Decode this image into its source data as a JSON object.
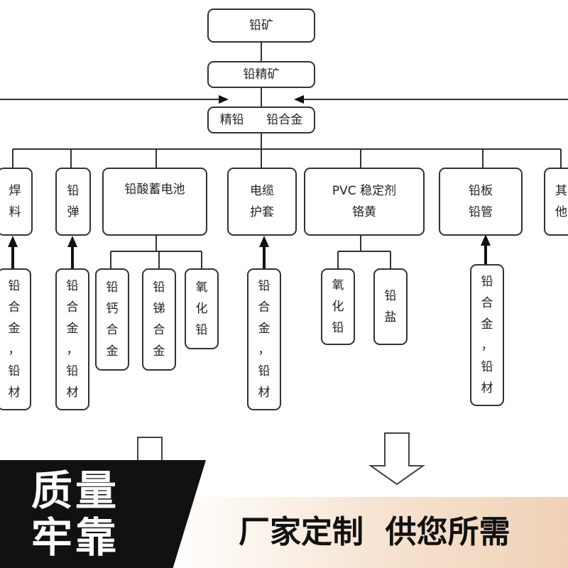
{
  "diagram": {
    "top": {
      "lead_ore": "铅矿",
      "lead_concentrate": "铅精矿",
      "refined_lead": "精铅",
      "lead_alloy": "铅合金"
    },
    "products": {
      "solder": [
        "焊",
        "料"
      ],
      "bullet": [
        "铅",
        "弹"
      ],
      "battery": "铅酸蓄电池",
      "cable_sheath": [
        "电缆",
        "护套"
      ],
      "pvc": [
        "PVC 稳定剂",
        "铬黄"
      ],
      "sheet_pipe": [
        "铅板",
        "铅管"
      ],
      "other": [
        "其",
        "他"
      ]
    },
    "materials": {
      "solder_mat": [
        "铅",
        "合",
        "金",
        "，",
        "铅",
        "材"
      ],
      "bullet_mat": [
        "铅",
        "合",
        "金",
        "，",
        "铅",
        "材"
      ],
      "lead_calcium": [
        "铅",
        "钙",
        "合",
        "金"
      ],
      "lead_antimony": [
        "铅",
        "锑",
        "合",
        "金"
      ],
      "lead_oxide": [
        "氧",
        "化",
        "铅"
      ],
      "cable_mat": [
        "铅",
        "合",
        "金",
        "，",
        "铅",
        "材"
      ],
      "pvc_oxide": [
        "氧",
        "化",
        "铅"
      ],
      "pvc_salt": [
        "铅",
        "盐"
      ],
      "sheet_mat": [
        "铅",
        "合",
        "金",
        "，",
        "铅",
        "材"
      ]
    }
  },
  "banner": {
    "left_line1": "质量",
    "left_line2": "牢靠",
    "right_text": "厂家定制  供您所需"
  },
  "colors": {
    "line": "#333333",
    "banner_dark": "#111111",
    "banner_light": "#f6e2cf"
  }
}
